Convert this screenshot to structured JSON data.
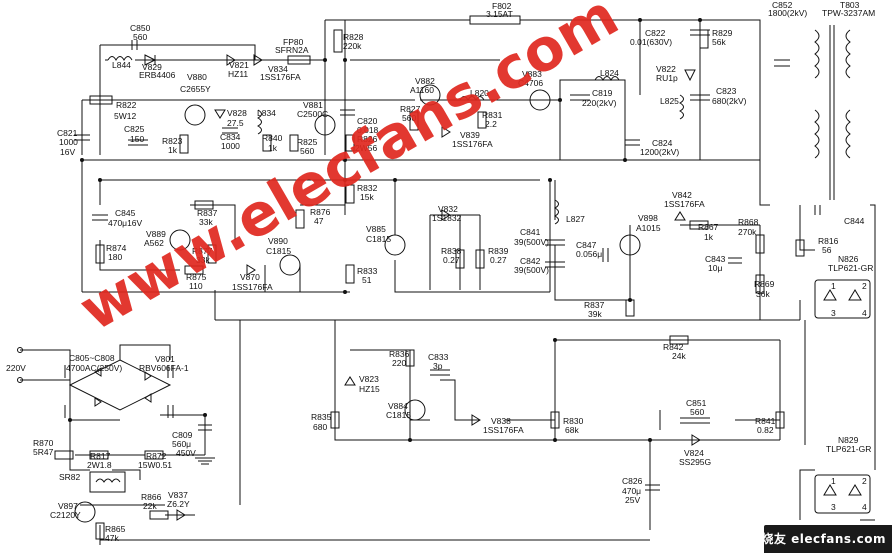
{
  "watermark": {
    "text": "www.elecfans.com",
    "corner_text": "电子发烧友 elecfans.com",
    "color": "#e0281f"
  },
  "labels": {
    "f802": "F802",
    "f802_val": "3.15AT",
    "c852": "C852",
    "c852_val": "1800(2kV)",
    "t803": "T803",
    "t803_val": "TPW-3237AM",
    "c850": "C850",
    "c850_val": "560",
    "fp80": "FP80",
    "fp80_val": "SFRN2A",
    "r828": "R828",
    "r828_val": "220k",
    "c822": "C822",
    "c822_val": "0.01(630V)",
    "r829": "R829",
    "r829_val": "56k",
    "l844": "L844",
    "v829": "V829",
    "v829_val": "ERB4406",
    "v821": "V821",
    "v821_val": "HZ11",
    "v834": "V834",
    "v834_val": "1SS176FA",
    "v880": "V880",
    "v880_val": "C2655Y",
    "v882": "V882",
    "v882_val": "A1160",
    "v883": "V883",
    "v883_val": "C4706",
    "l824": "L824",
    "v822": "V822",
    "v822_val": "RU1p",
    "r822": "R822",
    "r822_val": "5W12",
    "v828": "V828",
    "v828_val": "27.5",
    "l834": "L834",
    "v881": "V881",
    "v881_val": "C2500C",
    "r827": "R827",
    "r827_val": "560",
    "l820": "L820",
    "c819": "C819",
    "c819_val": "220(2kV)",
    "c823": "C823",
    "c823_val": "680(2kV)",
    "l825": "L825",
    "c825": "C825",
    "c825_val": "150",
    "c834": "C834",
    "c834_val": "1000",
    "c820": "C820",
    "c820_val": "0.018",
    "r831": "R831",
    "r831_val": "2.2",
    "c821": "C821",
    "c821_val": "1000",
    "c821_v": "16V",
    "r823": "R823",
    "r823_val": "1k",
    "r840": "R840",
    "r840_val": "1k",
    "r825": "R825",
    "r825_val": "560",
    "r826": "R826",
    "r826_val": "2W56",
    "v839": "V839",
    "v839_val": "1SS176FA",
    "c824": "C824",
    "c824_val": "1200(2kV)",
    "r832": "R832",
    "r832_val": "15k",
    "c845": "C845",
    "c845_val": "470μ16V",
    "r837": "R837",
    "r837_val": "33k",
    "r876": "R876",
    "r876_val": "47",
    "v889": "V889",
    "v889_val": "A562",
    "v885": "V885",
    "v885_val": "C1815",
    "v832": "V832",
    "v832_val": "1S1832",
    "l827": "L827",
    "v842": "V842",
    "v842_val": "1SS176FA",
    "c844": "C844",
    "r874": "R874",
    "r874_val": "180",
    "r877": "R877",
    "r877_val": "33k",
    "v890": "V890",
    "v890_val": "C1815",
    "r838": "R838",
    "r838_val": "0.27",
    "r839": "R839",
    "r839_val": "0.27",
    "c841": "C841",
    "c841_val": "39(500V)",
    "c842": "C842",
    "c842_val": "39(500V)",
    "v898": "V898",
    "v898_val": "A1015",
    "r867": "R867",
    "r867_val": "1k",
    "r868": "R868",
    "r868_val": "270k",
    "c847": "C847",
    "c847_val": "0.056μ",
    "c843": "C843",
    "c843_val": "10μ",
    "r816": "R816",
    "r816_val": "56",
    "n826": "N826",
    "n826_val": "TLP621-GR",
    "r875": "R875",
    "r875_val": "110",
    "v870": "V870",
    "v870_val": "1SS176FA",
    "r833": "R833",
    "r833_val": "51",
    "r869": "R869",
    "r869_val": "36k",
    "r837b": "R837",
    "r837b_val": "39k",
    "v220": "220V",
    "c805": "C805~C808",
    "c805_val": "4700AC(250V)",
    "v801": "V801",
    "v801_val": "RBV606FA-1",
    "r842": "R842",
    "r842_val": "24k",
    "r836": "R836",
    "r836_val": "220",
    "c833": "C833",
    "c833_val": "3p",
    "v823": "V823",
    "v823_val": "HZ15",
    "v884": "V884",
    "v884_val": "C1815",
    "v838": "V838",
    "v838_val": "1SS176FA",
    "r835": "R835",
    "r835_val": "680",
    "r830": "R830",
    "r830_val": "68k",
    "c851": "C851",
    "c851_val": "560",
    "r841": "R841",
    "r841_val": "0.82",
    "c809": "C809",
    "c809_val": "560μ",
    "c809_v": "450V",
    "r870": "R870",
    "r870_val": "5R47",
    "r817": "R817",
    "r817_val": "2W1.8",
    "r872": "R872",
    "r872_val": "15W0.51",
    "v824": "V824",
    "v824_val": "SS295G",
    "n829": "N829",
    "n829_val": "TLP621-GR",
    "sr82": "SR82",
    "v897": "V897",
    "v897_val": "C2120Y",
    "r866": "R866",
    "r866_val": "22k",
    "v837": "V837",
    "v837_val": "Z6.2Y",
    "c826": "C826",
    "c826_val": "470μ",
    "c826_v": "25V",
    "r865": "R865",
    "r865_val": "47k",
    "pin1": "1",
    "pin2": "2",
    "pin3": "3",
    "pin4": "4",
    "pin1b": "1",
    "pin2b": "2",
    "pin3b": "3",
    "pin4b": "4"
  }
}
